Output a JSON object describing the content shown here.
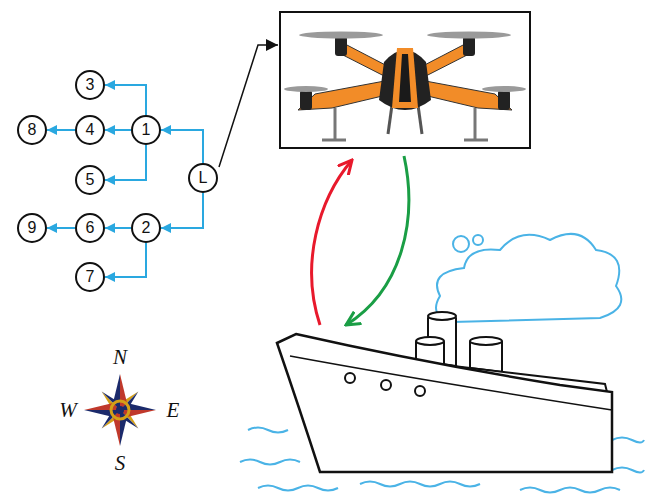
{
  "diagram": {
    "nodes": [
      {
        "text": [
          "3"
        ]
      },
      {
        "text": [
          "8"
        ]
      },
      {
        "text": [
          "4"
        ]
      },
      {
        "text": [
          "1"
        ]
      },
      {
        "text": [
          "5"
        ]
      },
      {
        "text": [
          "L"
        ]
      },
      {
        "text": [
          "9"
        ]
      },
      {
        "text": [
          "6"
        ]
      },
      {
        "text": [
          "2"
        ]
      },
      {
        "text": [
          "7"
        ]
      }
    ],
    "edges": [
      {
        "from": 5,
        "to": 3,
        "arrow": "to"
      },
      {
        "from": 5,
        "to": 8,
        "arrow": "to"
      },
      {
        "from": 3,
        "to": 0,
        "arrow": "to"
      },
      {
        "from": 3,
        "to": 2,
        "arrow": "to"
      },
      {
        "from": 3,
        "to": 4,
        "arrow": "to"
      },
      {
        "from": 2,
        "to": 1,
        "arrow": "to"
      },
      {
        "from": 8,
        "to": 7,
        "arrow": "to"
      },
      {
        "from": 7,
        "to": 6,
        "arrow": "to"
      },
      {
        "from": 8,
        "to": 9,
        "arrow": "to"
      }
    ],
    "labels": [
      "N",
      "W",
      "E",
      "S"
    ]
  }
}
